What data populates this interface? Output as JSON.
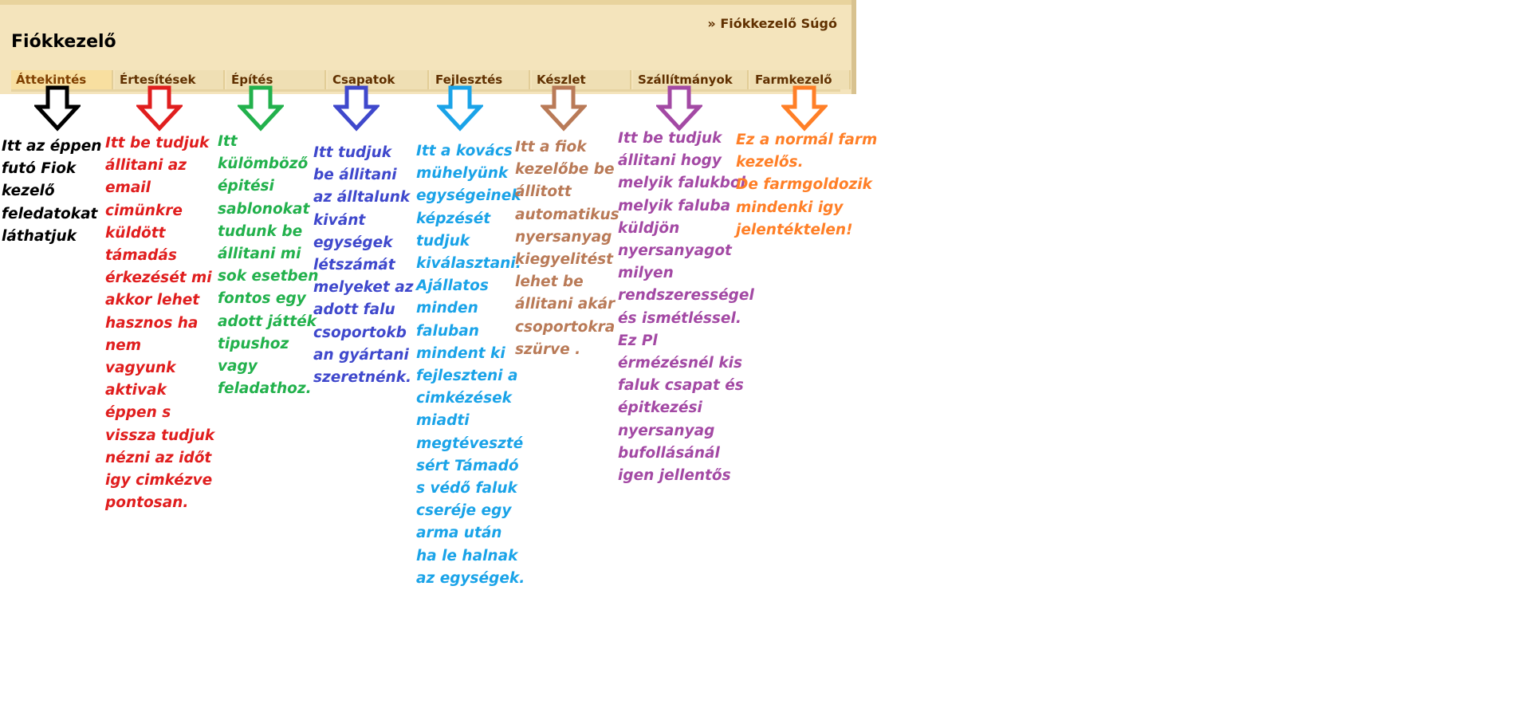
{
  "window": {
    "help_link": "» Fiókkezelő Súgó",
    "title": "Fiókkezelő"
  },
  "tabs": [
    {
      "label": "Áttekintés",
      "active": true
    },
    {
      "label": "Értesítések",
      "active": false
    },
    {
      "label": "Építés",
      "active": false
    },
    {
      "label": "Csapatok",
      "active": false
    },
    {
      "label": "Fejlesztés",
      "active": false
    },
    {
      "label": "Készlet",
      "active": false
    },
    {
      "label": "Szállítmányok",
      "active": false
    },
    {
      "label": "Farmkezelő",
      "active": false
    }
  ],
  "annotations": [
    {
      "color": "#000000",
      "arrow_icon": "down-arrow-icon",
      "lines": [
        "Itt az éppen",
        "futó Fiok",
        "kezelő",
        "feledatokat",
        "láthatjuk"
      ]
    },
    {
      "color": "#e01e1e",
      "arrow_icon": "down-arrow-icon",
      "lines": [
        "Itt be tudjuk",
        "állitani az",
        "email",
        "cimünkre",
        "küldött",
        "támadás",
        "érkezését mi",
        "akkor lehet",
        "hasznos ha",
        "nem",
        "vagyunk",
        "aktivak",
        "éppen s",
        "vissza tudjuk",
        "nézni az időt",
        "igy cimkézve",
        "pontosan."
      ]
    },
    {
      "color": "#22b14c",
      "arrow_icon": "down-arrow-icon",
      "lines": [
        "Itt",
        "külömböző",
        "épitési",
        "sablonokat",
        "tudunk be",
        "állitani mi",
        "sok esetben",
        "fontos egy",
        "adott játték",
        "tipushoz",
        "vagy",
        "feladathoz."
      ]
    },
    {
      "color": "#3f48cc",
      "arrow_icon": "down-arrow-icon",
      "lines": [
        "Itt tudjuk",
        "be állitani",
        "az álltalunk",
        "kivánt",
        "egységek",
        "létszámát",
        "melyeket az",
        "adott falu",
        "csoportokb",
        "an gyártani",
        "szeretnénk."
      ]
    },
    {
      "color": "#1aa3e8",
      "arrow_icon": "down-arrow-icon",
      "lines": [
        "Itt a kovács",
        "mühelyünk",
        "egységeinek",
        "képzését",
        "tudjuk",
        "kiválasztani.",
        "Ajállatos",
        "minden",
        "faluban",
        "mindent ki",
        "fejleszteni a",
        "cimkézések",
        "miadti",
        "megtéveszté",
        "sért Támadó",
        "s védő faluk",
        "cseréje egy",
        "arma után",
        "ha le halnak",
        "az egységek."
      ]
    },
    {
      "color": "#b97a57",
      "arrow_icon": "down-arrow-icon",
      "lines": [
        "Itt a fiok",
        "kezelőbe be",
        "állitott",
        "automatikus",
        "nyersanyag",
        "kiegyelitést",
        "lehet be",
        "állitani akár",
        "csoportokra",
        "szürve ."
      ]
    },
    {
      "color": "#a349a4",
      "arrow_icon": "down-arrow-icon",
      "lines": [
        "Itt be tudjuk",
        "állitani hogy",
        "melyik falukbol",
        "melyik faluba",
        "küldjön",
        "nyersanyagot",
        "milyen",
        "rendszerességel",
        "és ismétléssel.",
        "Ez Pl",
        "érmézésnél kis",
        "faluk csapat és",
        "épitkezési",
        "nyersanyag",
        "bufollásánál",
        "igen jellentős"
      ]
    },
    {
      "color": "#ff7f27",
      "arrow_icon": "down-arrow-icon",
      "lines": [
        "Ez a normál farm",
        "kezelős.",
        "De farmgoldozik",
        "mindenki igy",
        "jelentéktelen!"
      ]
    }
  ]
}
